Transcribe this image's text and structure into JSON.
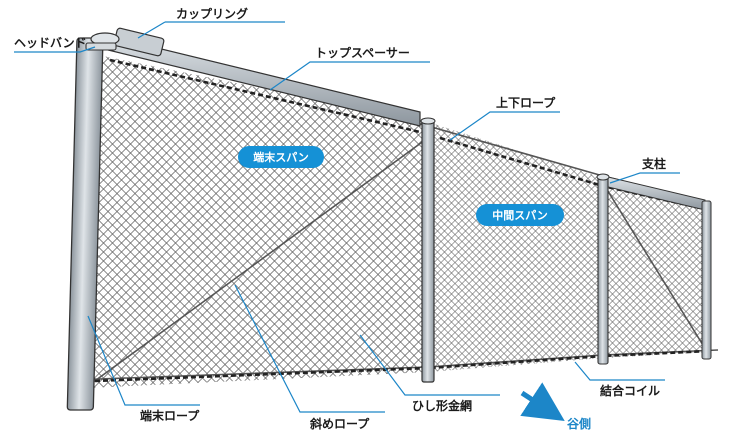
{
  "labels": {
    "coupling": "カップリング",
    "head_band": "ヘッドバンド",
    "top_spacer": "トップスペーサー",
    "upper_lower_rope": "上下ロープ",
    "post": "支柱",
    "end_rope": "端末ロープ",
    "diagonal_rope": "斜めロープ",
    "diamond_mesh": "ひし形金網",
    "joint_coil": "結合コイル",
    "valley_side": "谷側"
  },
  "badges": {
    "end_span": "端末スパン",
    "middle_span": "中間スパン"
  },
  "colors": {
    "accent": "#1c86c8",
    "badge": "#1591d6",
    "pipe": "#b9c0c6",
    "mesh": "#5a5a5a"
  }
}
